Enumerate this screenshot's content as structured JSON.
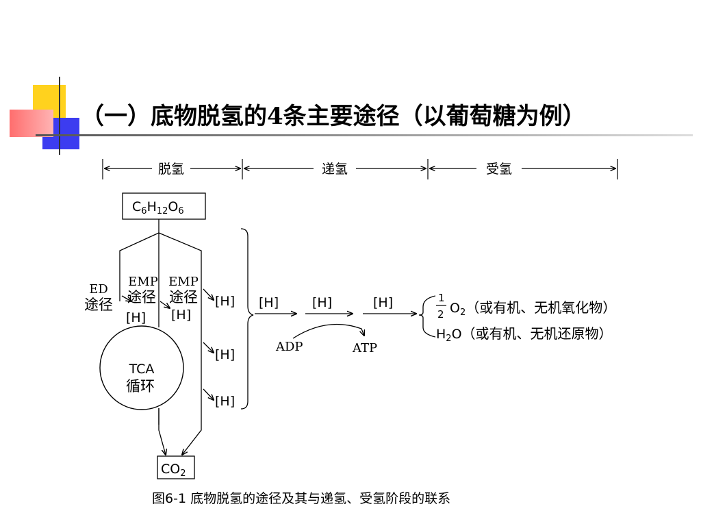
{
  "slide": {
    "title": "（一）底物脱氢的4条主要途径（以葡萄糖为例）"
  },
  "diagram": {
    "stages": {
      "dehydrogenation": "脱氢",
      "transfer": "递氢",
      "acceptance": "受氢"
    },
    "substrate": {
      "prefix": "C",
      "sub1": "6",
      "mid": "H",
      "sub2": "12",
      "o": "O",
      "sub3": "6"
    },
    "pathways": {
      "ed_name": "ED",
      "ed_label": "途径",
      "emp1_name": "EMP",
      "emp1_label": "途径",
      "emp2_name": "EMP",
      "emp2_label": "途径"
    },
    "h_labels": {
      "h1": "[H]",
      "h2": "[H]",
      "h3": "[H]",
      "h4": "[H]",
      "h5": "[H]",
      "chain1": "[H]",
      "chain2": "[H]",
      "chain3": "[H]"
    },
    "tca": {
      "line1": "TCA",
      "line2": "循环"
    },
    "product": {
      "co": "CO",
      "sub": "2"
    },
    "atp_synthesis": {
      "adp": "ADP",
      "atp": "ATP"
    },
    "acceptors": {
      "frac_num": "1",
      "frac_den": "2",
      "o2_o": "O",
      "o2_sub": "2",
      "o2_note": "（或有机、无机氧化物）",
      "h2o_h": "H",
      "h2o_sub": "2",
      "h2o_o": "O",
      "h2o_note": "（或有机、无机还原物）"
    },
    "caption": "图6-1  底物脱氢的途径及其与递氢、受氢阶段的联系"
  }
}
